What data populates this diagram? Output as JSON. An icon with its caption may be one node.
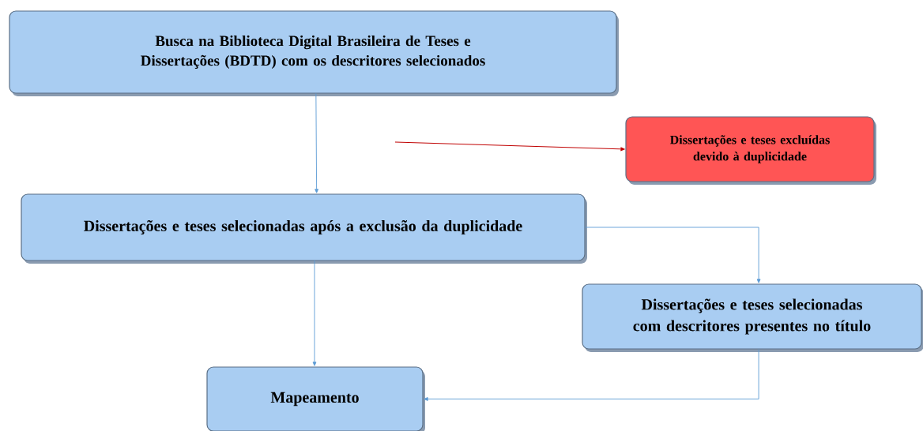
{
  "diagram": {
    "nodes": [
      {
        "text": [
          "Busca na Biblioteca Digital Brasileira de Teses e Dissertações (BDTD) com os descritores selecionados"
        ]
      },
      {
        "text": [
          "Dissertações e teses excluídas devido à duplicidade"
        ]
      },
      {
        "text": [
          "Dissertações e teses selecionadas após a exclusão da duplicidade"
        ]
      },
      {
        "text": [
          "Dissertações e teses selecionadas com descritores presentes no título"
        ]
      },
      {
        "text": [
          "Mapeamento"
        ]
      }
    ],
    "edges": [
      {
        "from": 0,
        "to": 2,
        "arrow": "to"
      },
      {
        "from": null,
        "to": 1,
        "arrow": "to",
        "color": "#c00000"
      },
      {
        "from": 2,
        "to": 3,
        "arrow": "to"
      },
      {
        "from": 2,
        "to": 4,
        "arrow": "to"
      },
      {
        "from": 3,
        "to": 4,
        "arrow": "to"
      }
    ]
  }
}
